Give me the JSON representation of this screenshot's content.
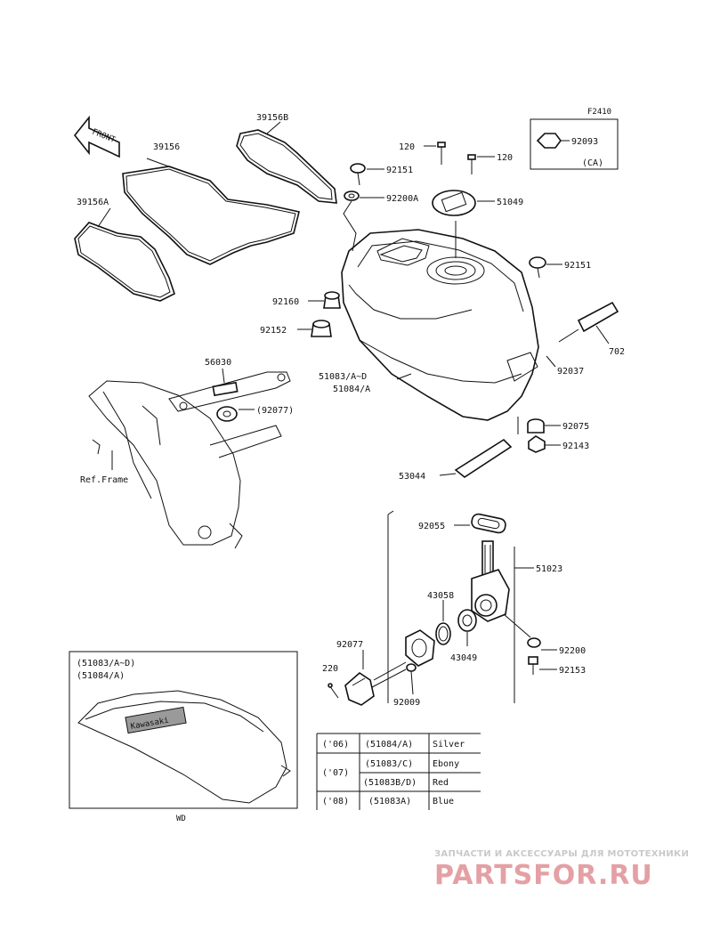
{
  "figure_code": "F2410",
  "front_label": "FRONT",
  "parts": {
    "p39156": "39156",
    "p39156B": "39156B",
    "p39156A": "39156A",
    "p120a": "120",
    "p120b": "120",
    "p92151a": "92151",
    "p92200A": "92200A",
    "p51049": "51049",
    "p92093": "92093",
    "p92093_note": "(CA)",
    "p92151b": "92151",
    "p92160": "92160",
    "p92152": "92152",
    "p702": "702",
    "p92037": "92037",
    "p56030": "56030",
    "p92077a": "(92077)",
    "p51083_range": "51083/A~D",
    "p51084A": "51084/A",
    "p92075": "92075",
    "p92143": "92143",
    "p53044": "53044",
    "ref_frame": "Ref.Frame",
    "p92055": "92055",
    "p51023": "51023",
    "p43058": "43058",
    "p43049": "43049",
    "p92077b": "92077",
    "p220": "220",
    "p92009": "92009",
    "p92200": "92200",
    "p92153": "92153"
  },
  "inset": {
    "line1": "(51083/A~D)",
    "line2": "(51084/A)",
    "tank_logo": "Kawasaki",
    "code": "WD"
  },
  "color_table": {
    "rows": [
      [
        "('06)",
        "(51084/A)",
        "Silver"
      ],
      [
        "('07)",
        "(51083/C)",
        "Ebony"
      ],
      [
        "",
        "(51083B/D)",
        "Red"
      ],
      [
        "('08)",
        "(51083A)",
        "Blue"
      ]
    ]
  },
  "watermark": {
    "tagline": "ЗАПЧАСТИ И АКСЕССУАРЫ ДЛЯ МОТОТЕХНИКИ",
    "logo": "PARTSFOR.RU",
    "logo_color": "#e4a0a4"
  }
}
